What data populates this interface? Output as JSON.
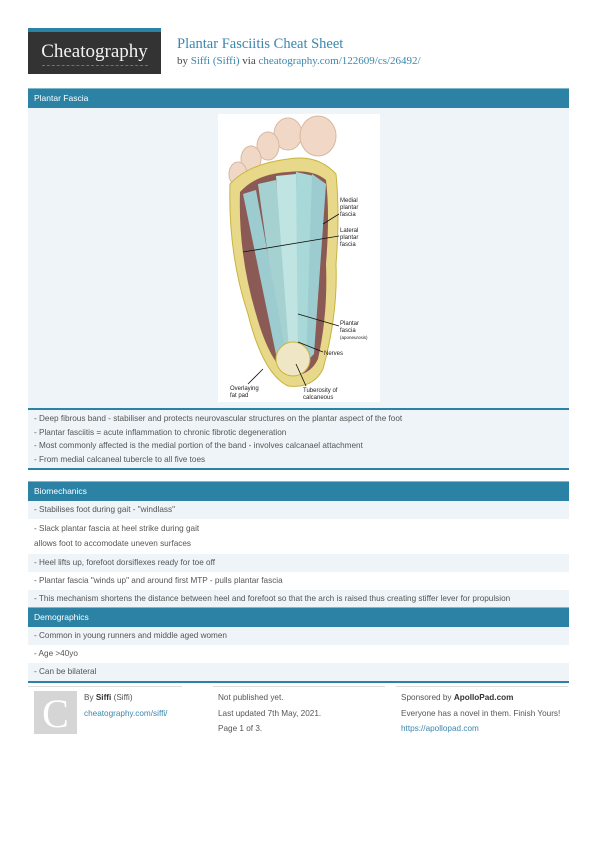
{
  "header": {
    "logo_text": "Cheatography",
    "title": "Plantar Fasciitis Cheat Sheet",
    "by_prefix": "by ",
    "author": "Siffi (Siffi)",
    "via": " via ",
    "url": "cheatography.com/122609/cs/26492/"
  },
  "sections": [
    {
      "title": "Plantar Fascia",
      "image": {
        "alt": "Plantar fascia anatomy illustration",
        "labels": [
          "Medial plantar fascia",
          "Lateral plantar fascia",
          "Plantar fascia (aponeurosis)",
          "Nerves",
          "Overlaying fat pad",
          "Tuberosity of calcaneous"
        ]
      },
      "rows": [
        "- Deep fibrous band - stabiliser and protects neurovascular structures on the plantar aspect of the foot",
        "- Plantar fasciitis = acute inflammation to chronic fibrotic degeneration",
        "- Most commonly affected is the medial portion of the band - involves calcanael attachment",
        "- From medial calcaneal tubercle to all five toes"
      ]
    },
    {
      "title": "Biomechanics",
      "rows": [
        "- Stabilises foot during gait - \"windlass\"",
        "- Slack plantar fascia at heel strike during gait",
        "allows foot to accomodate uneven surfaces",
        "- Heel lifts up, forefoot dorsiflexes ready for toe off",
        "- Plantar fascia \"winds up\" and around first MTP - pulls plantar fascia",
        "- This mechanism shortens the distance between heel and forefoot so that the arch is raised thus creating stiffer lever for propulsion"
      ]
    },
    {
      "title": "Demographics",
      "rows": [
        "- Common in young runners and middle aged women",
        "- Age >40yo",
        "- Can be bilateral"
      ]
    }
  ],
  "footer": {
    "avatar_letter": "C",
    "by": "By ",
    "author_name": "Siffi",
    "author_handle": " (Siffi)",
    "author_url": "cheatography.com/siffi/",
    "published": "Not published yet.",
    "updated": "Last updated 7th May, 2021.",
    "page": "Page 1 of 3.",
    "sponsor_prefix": "Sponsored by ",
    "sponsor_name": "ApolloPad.com",
    "sponsor_text": "Everyone has a novel in them. Finish Yours!",
    "sponsor_url": "https://apollopad.com"
  },
  "colors": {
    "accent": "#2b82a4",
    "row_alt": "#eef4f8",
    "link": "#3a86ad",
    "logo_bg": "#333333"
  }
}
